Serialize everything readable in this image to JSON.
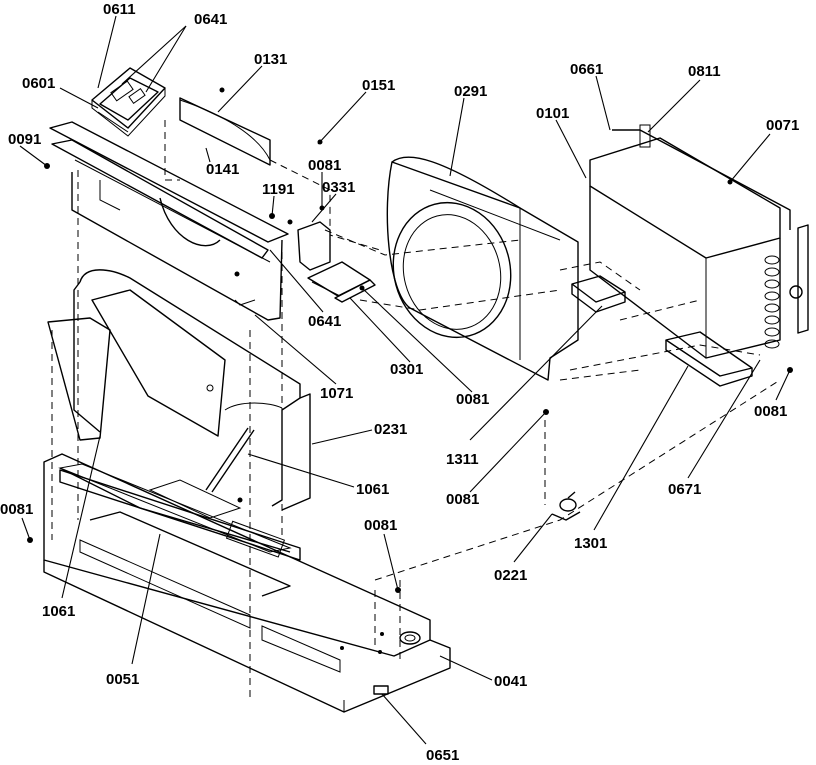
{
  "callouts": [
    {
      "id": "c0611",
      "text": "0611"
    },
    {
      "id": "c0641a",
      "text": "0641"
    },
    {
      "id": "c0601",
      "text": "0601"
    },
    {
      "id": "c0131",
      "text": "0131"
    },
    {
      "id": "c0151",
      "text": "0151"
    },
    {
      "id": "c0291",
      "text": "0291"
    },
    {
      "id": "c0661",
      "text": "0661"
    },
    {
      "id": "c0811",
      "text": "0811"
    },
    {
      "id": "c0101",
      "text": "0101"
    },
    {
      "id": "c0071",
      "text": "0071"
    },
    {
      "id": "c0091",
      "text": "0091"
    },
    {
      "id": "c0141",
      "text": "0141"
    },
    {
      "id": "c0081a",
      "text": "0081"
    },
    {
      "id": "c1191",
      "text": "1191"
    },
    {
      "id": "c0331",
      "text": "0331"
    },
    {
      "id": "c0641b",
      "text": "0641"
    },
    {
      "id": "c0301",
      "text": "0301"
    },
    {
      "id": "c0081b",
      "text": "0081"
    },
    {
      "id": "c1071",
      "text": "1071"
    },
    {
      "id": "c0081c",
      "text": "0081"
    },
    {
      "id": "c0231",
      "text": "0231"
    },
    {
      "id": "c1311",
      "text": "1311"
    },
    {
      "id": "c0081d",
      "text": "0081"
    },
    {
      "id": "c1061a",
      "text": "1061"
    },
    {
      "id": "c0671",
      "text": "0671"
    },
    {
      "id": "c0081e",
      "text": "0081"
    },
    {
      "id": "c0081f",
      "text": "0081"
    },
    {
      "id": "c1301",
      "text": "1301"
    },
    {
      "id": "c1061b",
      "text": "1061"
    },
    {
      "id": "c0221",
      "text": "0221"
    },
    {
      "id": "c0051",
      "text": "0051"
    },
    {
      "id": "c0041",
      "text": "0041"
    },
    {
      "id": "c0651",
      "text": "0651"
    }
  ]
}
